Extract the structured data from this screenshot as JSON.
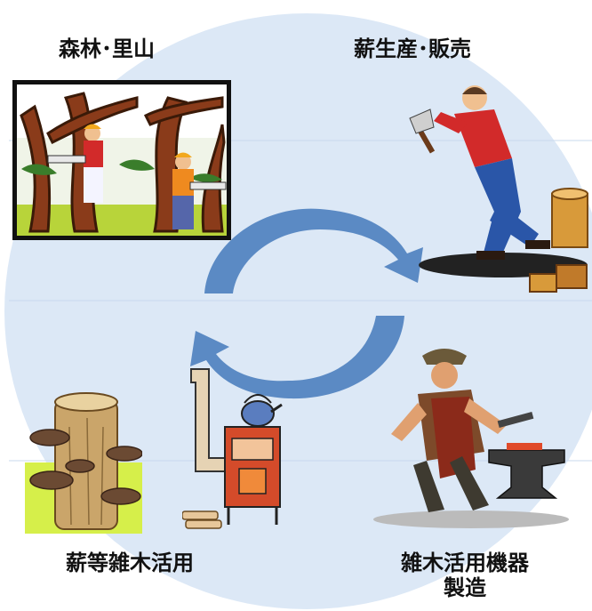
{
  "labels": {
    "forest": "森林･里山",
    "firewood": "薪生産･販売",
    "uses": "薪等雑木活用",
    "equipment_line1": "雑木活用機器",
    "equipment_line2": "製造"
  },
  "colors": {
    "background_circle": "#dce8f6",
    "cycle_arrows": "#5b8ac4",
    "text": "#111111"
  },
  "icons": {
    "forest": "forest-workers-chainsaw-illustration",
    "firewood": "lumberjack-splitting-wood-illustration",
    "uses": "mushroom-log-and-wood-stove-illustration",
    "equipment": "blacksmith-anvil-illustration"
  }
}
